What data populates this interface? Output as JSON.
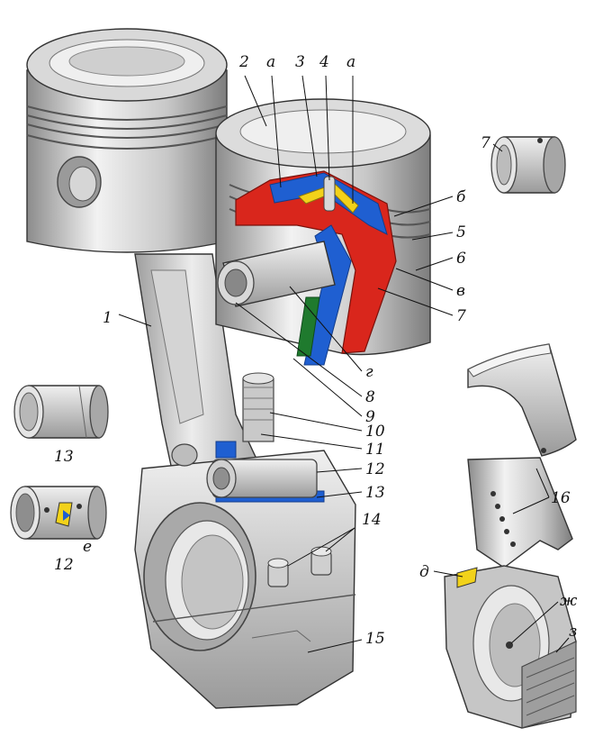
{
  "labels": {
    "l1": "1",
    "l2": "2",
    "la1": "а",
    "l3": "3",
    "l4": "4",
    "la2": "а",
    "l7a": "7",
    "lb1": "б",
    "l5": "5",
    "l6": "6",
    "lv": "в",
    "l7b": "7",
    "lg": "г",
    "l8": "8",
    "l9": "9",
    "l10": "10",
    "l11": "11",
    "l12a": "12",
    "l13a": "13",
    "l13b": "13",
    "l12b": "12",
    "le": "е",
    "l14": "14",
    "l15": "15",
    "l16": "16",
    "ld": "д",
    "lzh": "ж",
    "lz": "з"
  },
  "colors": {
    "metal_light": "#e6e6e6",
    "metal_mid": "#bdbdbd",
    "metal_dark": "#7a7a7a",
    "section_red": "#d9261c",
    "oil_blue": "#1f5fd1",
    "oil_green": "#1f7a2e",
    "bronze_yellow": "#f2d21a"
  }
}
